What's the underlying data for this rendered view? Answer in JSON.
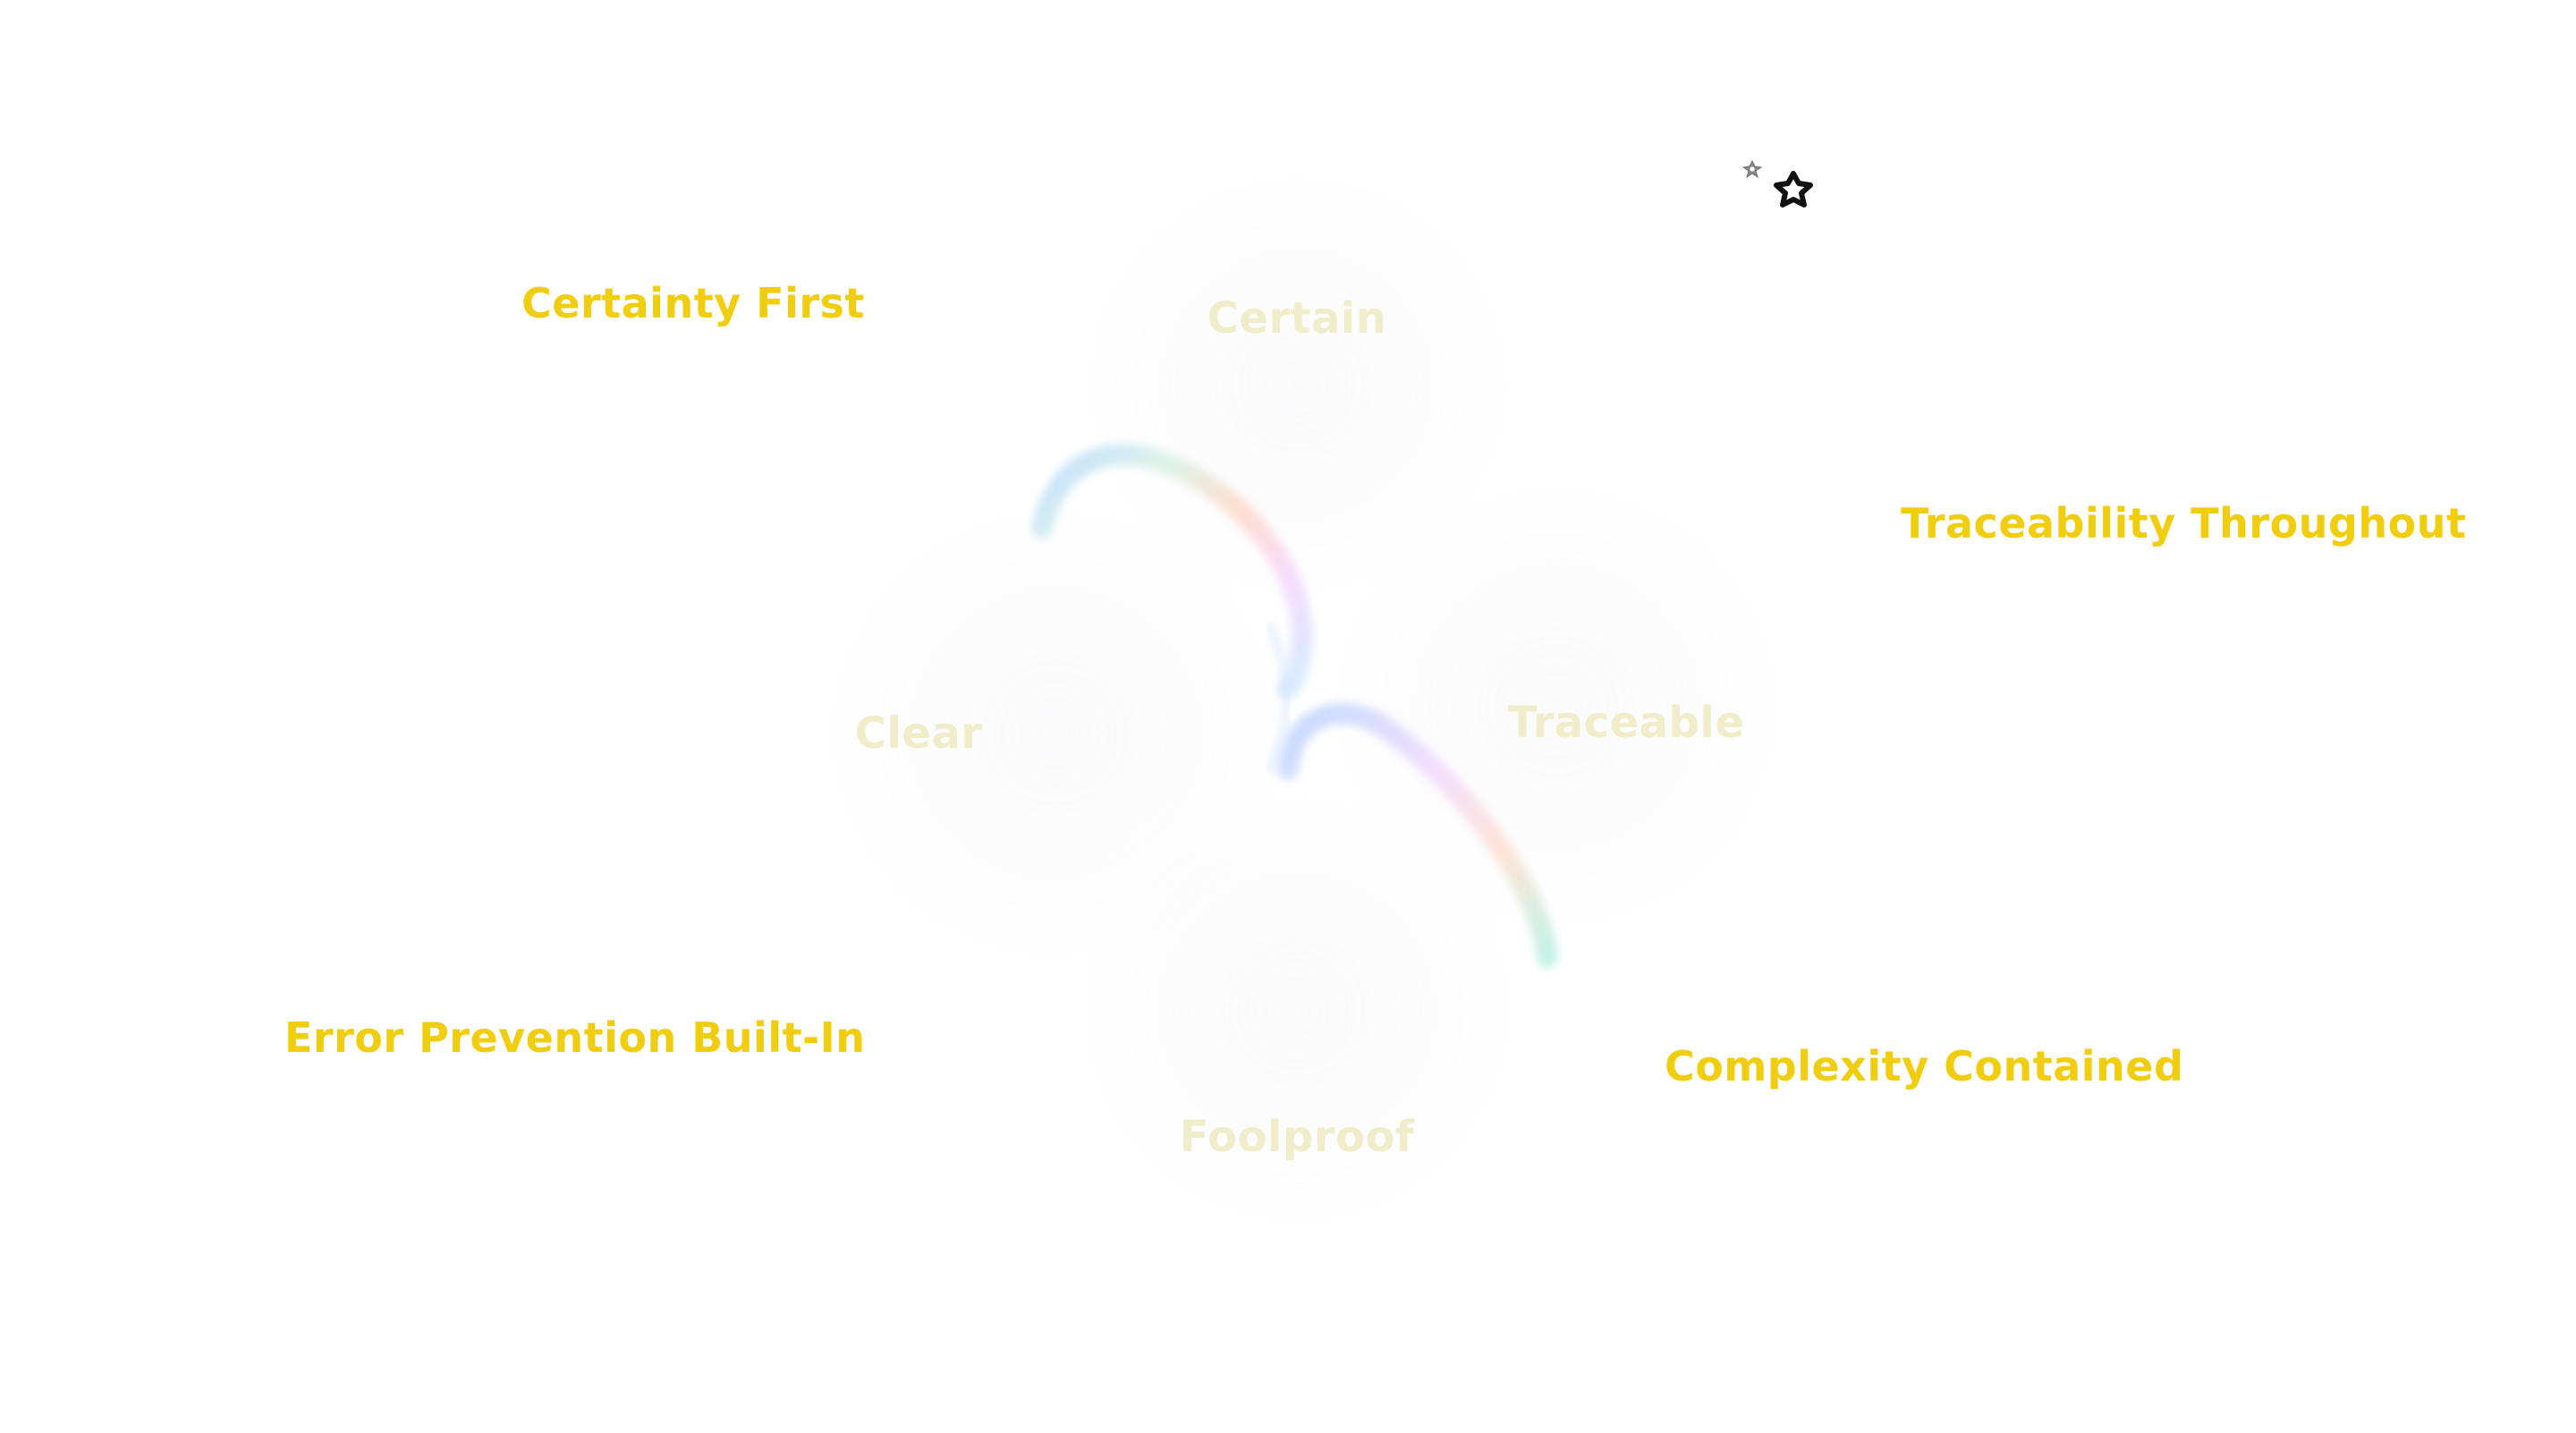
{
  "diagram": {
    "principles": {
      "top_left": "Certainty First",
      "top_right": "Traceability Throughout",
      "bottom_left": "Error Prevention Built-In",
      "bottom_right": "Complexity Contained"
    },
    "qualities": {
      "top": "Certain",
      "left": "Clear",
      "right": "Traceable",
      "bottom": "Foolproof"
    }
  },
  "colors": {
    "principle_text": "#f1cd10",
    "quality_text": "#f1ecc9",
    "background": "#ffffff",
    "sparkle_primary": "#111111",
    "sparkle_secondary": "#8a8a8a"
  },
  "icons": {
    "sparkle": "sparkles-icon"
  }
}
